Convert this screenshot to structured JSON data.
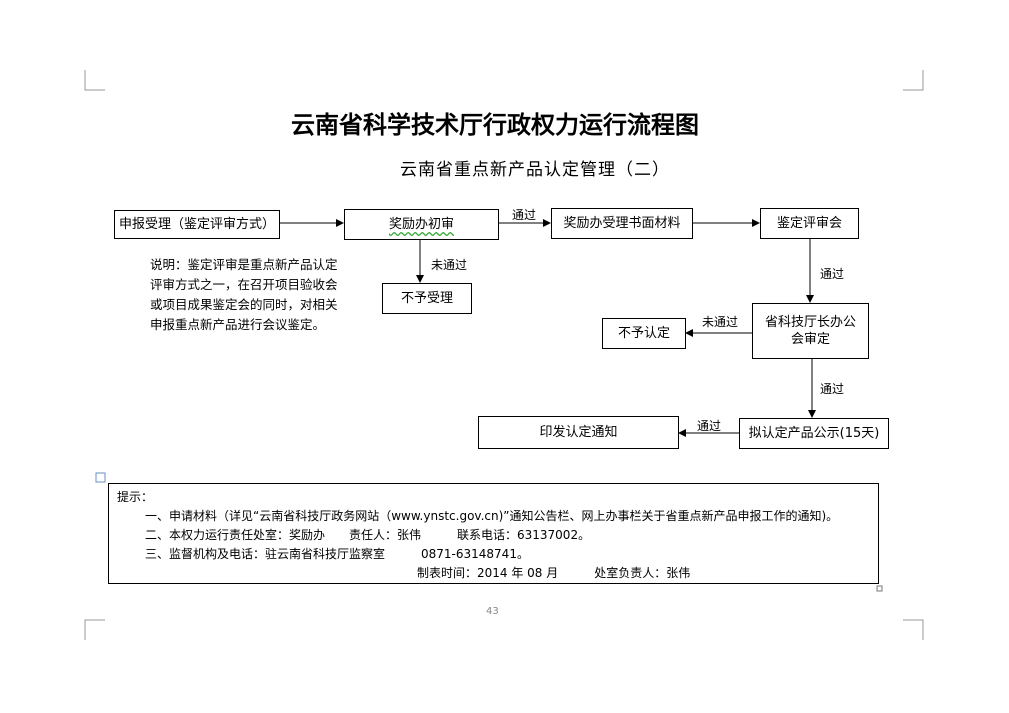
{
  "title": "云南省科学技术厅行政权力运行流程图",
  "subtitle": "云南省重点新产品认定管理（二）",
  "boxes": {
    "apply": "申报受理（鉴定评审方式）",
    "initial_review": "奖励办初审",
    "accept_materials": "奖励办受理书面材料",
    "evaluation_meeting": "鉴定评审会",
    "reject_accept": "不予受理",
    "director_meeting": "省科技厅长办公会审定",
    "not_certify": "不予认定",
    "publicity": "拟认定产品公示(15天)",
    "issue_notice": "印发认定通知"
  },
  "labels": {
    "pass1": "通过",
    "fail1": "未通过",
    "pass2": "通过",
    "fail2": "未通过",
    "pass3": "通过",
    "pass4": "通过"
  },
  "note": "说明：鉴定评审是重点新产品认定评审方式之一，在召开项目验收会或项目成果鉴定会的同时，对相关申报重点新产品进行会议鉴定。",
  "tips": {
    "heading": "提示：",
    "line1": "一、申请材料（详见“云南省科技厅政务网站（www.ynstc.gov.cn)”通知公告栏、网上办事栏关于省重点新产品申报工作的通知)。",
    "line2": "二、本权力运行责任处室：奖励办　　责任人：张伟　　　联系电话：63137002。",
    "line3": "三、监督机构及电话：驻云南省科技厅监察室　　　0871-63148741。",
    "line4": "制表时间：2014 年 08 月　　　处室负责人：张伟"
  },
  "page_number": "43"
}
